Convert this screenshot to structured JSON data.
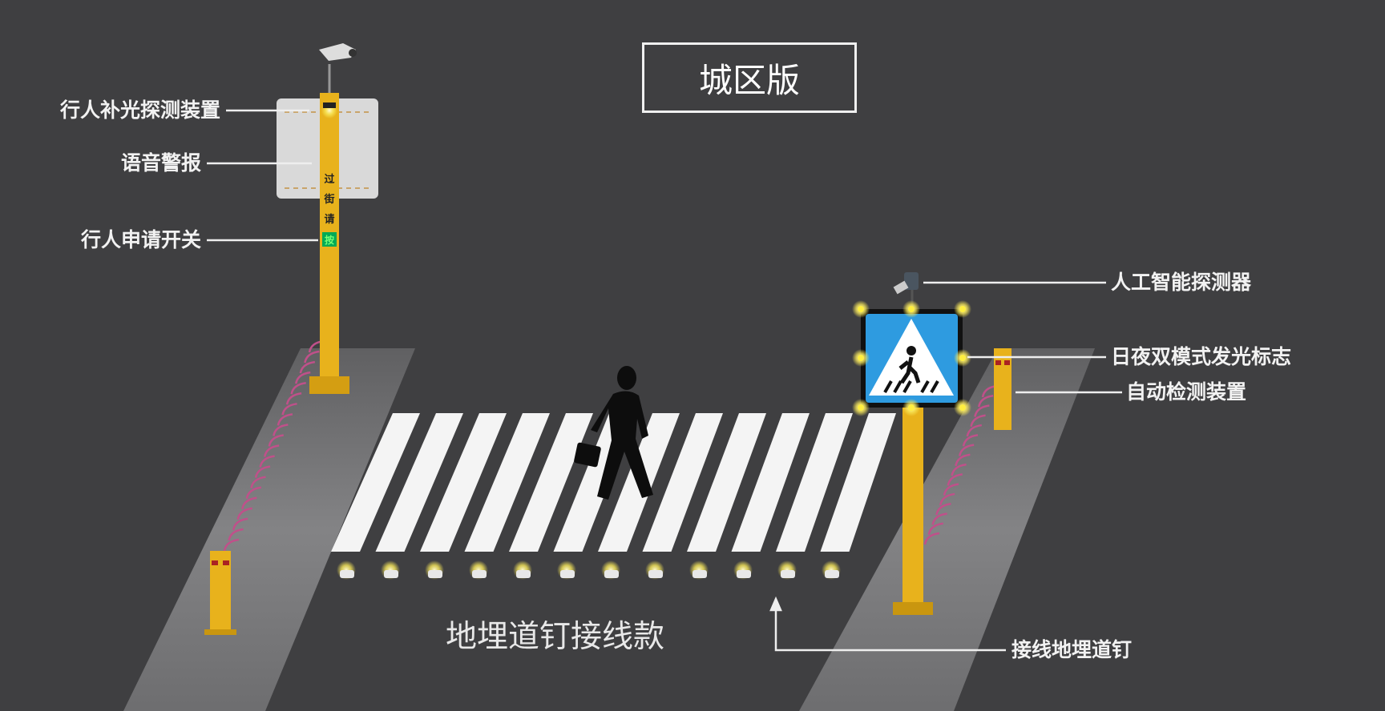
{
  "title": "城区版",
  "subtitle": "地埋道钉接线款",
  "pole_text": [
    "过",
    "街",
    "请"
  ],
  "pole_button": "按",
  "labels": {
    "ped_light_detector": "行人补光探测装置",
    "voice_alarm": "语音警报",
    "ped_request_switch": "行人申请开关",
    "ai_detector": "人工智能探测器",
    "day_night_sign": "日夜双模式发光标志",
    "auto_detect": "自动检测装置",
    "road_studs": "接线地埋道钉"
  },
  "colors": {
    "background": "#3f3f41",
    "pole": "#e8b21c",
    "sign_blue": "#2e9be0",
    "arc": "#c0508a",
    "stud_light": "#fff4c0"
  }
}
